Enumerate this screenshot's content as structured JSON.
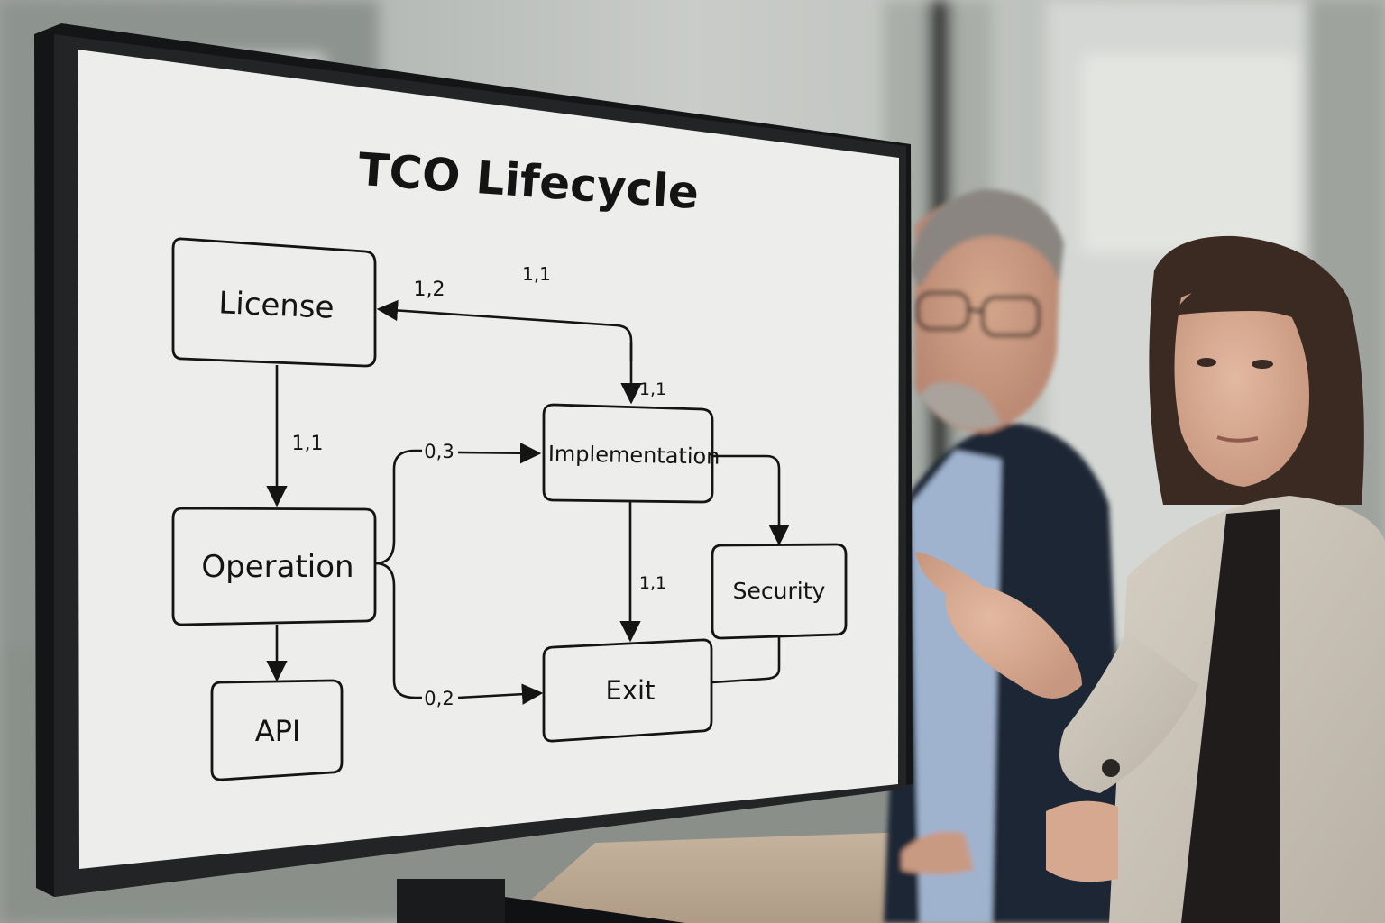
{
  "diagram": {
    "title": "TCO Lifecycle",
    "nodes": {
      "license": "License",
      "operation": "Operation",
      "api": "API",
      "implementation": "Implementation",
      "security": "Security",
      "exit": "Exit"
    },
    "edge_labels": {
      "license_to_operation": "1,1",
      "return_to_license": "1,2",
      "top_loop": "1,1",
      "to_implementation": "1,1",
      "operation_to_implementation": "0,3",
      "operation_to_exit": "0,2",
      "implementation_to_exit": "1,1"
    }
  },
  "colors": {
    "screen": "#ededec",
    "ink": "#141414",
    "bezel": "#141516"
  }
}
